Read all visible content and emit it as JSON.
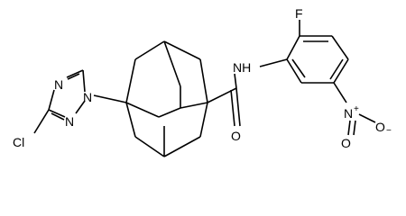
{
  "molecule": {
    "atoms": {
      "N1": "N",
      "N2": "N",
      "N4": "N",
      "Cl": "Cl",
      "NH": "NH",
      "O_amide": "O",
      "F": "F",
      "N_nitro": "N",
      "N_nitro_charge": "+",
      "O_nitro_1": "O",
      "O_nitro_2": "O",
      "O_nitro_2_charge": "−"
    }
  }
}
